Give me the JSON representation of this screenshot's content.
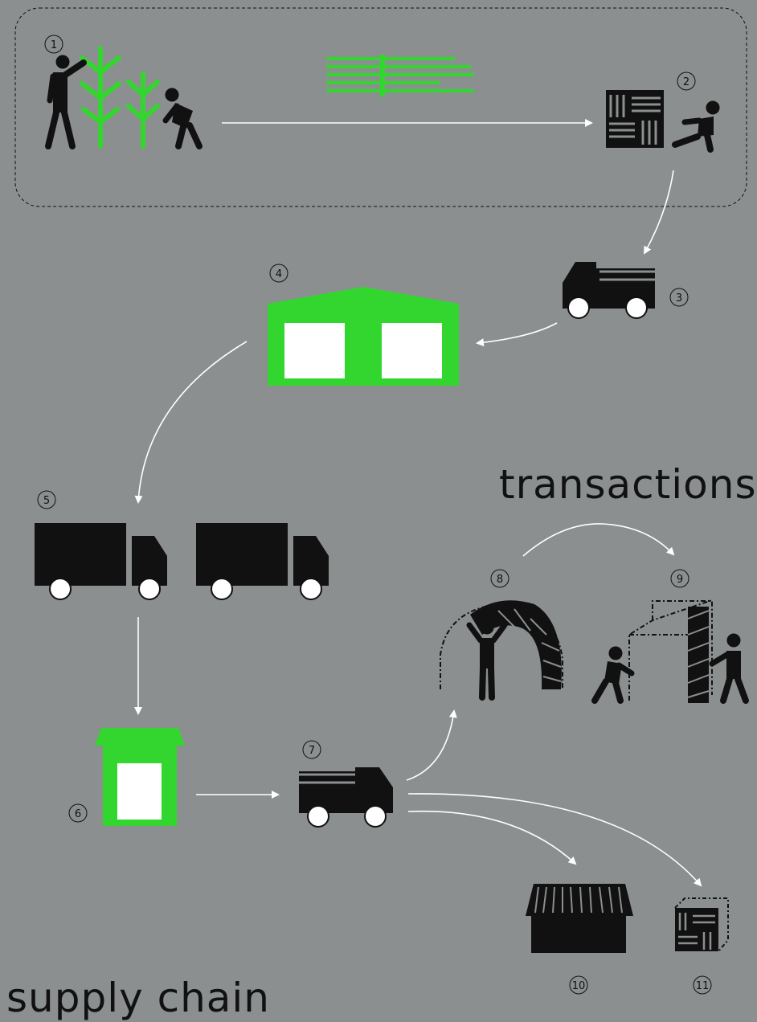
{
  "labels": {
    "transactions": "transactions",
    "bottom_left": "supply chain"
  },
  "steps": [
    {
      "id": "1",
      "label": "1",
      "icon": "farmers-harvesting-icon"
    },
    {
      "id": "2",
      "label": "2",
      "icon": "bale-pile-worker-icon"
    },
    {
      "id": "3",
      "label": "3",
      "icon": "small-truck-icon"
    },
    {
      "id": "4",
      "label": "4",
      "icon": "green-warehouse-icon"
    },
    {
      "id": "5",
      "label": "5",
      "icon": "two-trucks-icon"
    },
    {
      "id": "6",
      "label": "6",
      "icon": "green-depot-icon"
    },
    {
      "id": "7",
      "label": "7",
      "icon": "delivery-truck-icon"
    },
    {
      "id": "8",
      "label": "8",
      "icon": "arch-builder-icon"
    },
    {
      "id": "9",
      "label": "9",
      "icon": "frame-builder-icon"
    },
    {
      "id": "10",
      "label": "10",
      "icon": "thatched-building-icon"
    },
    {
      "id": "11",
      "label": "11",
      "icon": "bale-cube-icon"
    }
  ],
  "colors": {
    "background": "#8c8f8f",
    "ink": "#111111",
    "accent": "#33d62e",
    "arrow": "#ffffff"
  }
}
